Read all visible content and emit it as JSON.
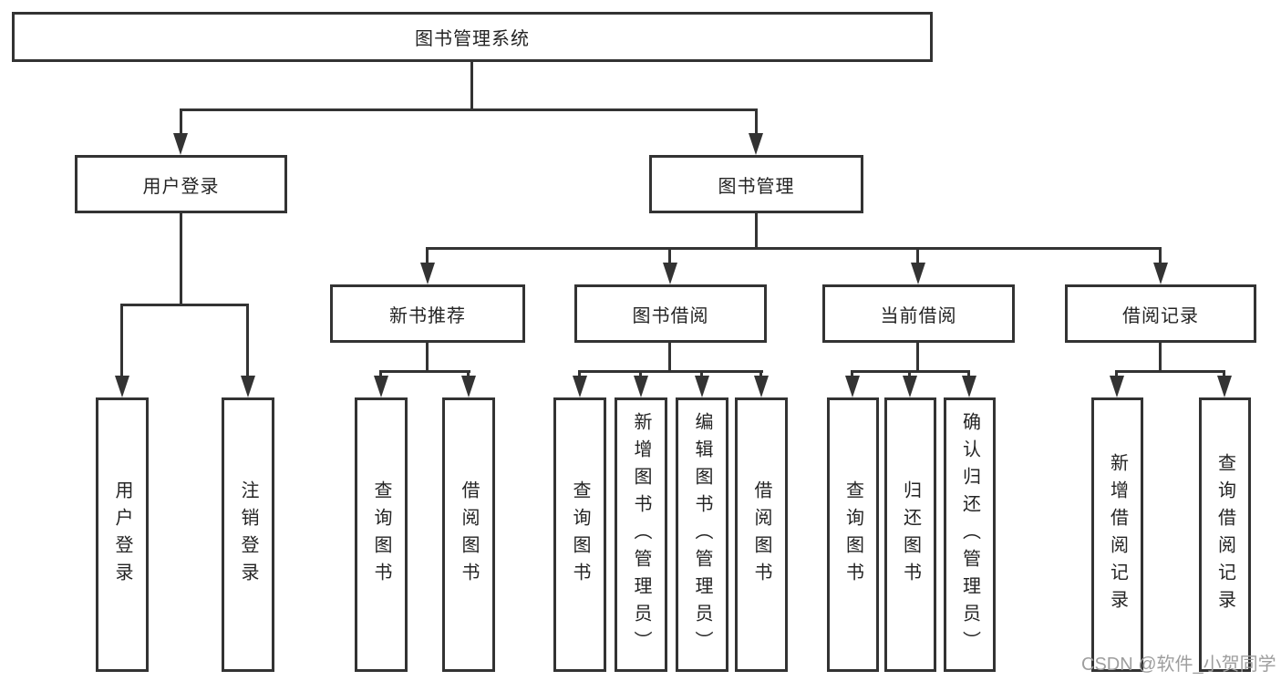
{
  "diagram": {
    "root": {
      "label": "图书管理系统"
    },
    "branches": [
      {
        "label": "用户登录",
        "children": [
          {
            "label": "用户登录"
          },
          {
            "label": "注销登录"
          }
        ]
      },
      {
        "label": "图书管理",
        "children": [
          {
            "label": "新书推荐",
            "children": [
              {
                "label": "查询图书"
              },
              {
                "label": "借阅图书"
              }
            ]
          },
          {
            "label": "图书借阅",
            "children": [
              {
                "label": "查询图书"
              },
              {
                "label": "新增图书（管理员）"
              },
              {
                "label": "编辑图书（管理员）"
              },
              {
                "label": "借阅图书"
              }
            ]
          },
          {
            "label": "当前借阅",
            "children": [
              {
                "label": "查询图书"
              },
              {
                "label": "归还图书"
              },
              {
                "label": "确认归还（管理员）"
              }
            ]
          },
          {
            "label": "借阅记录",
            "children": [
              {
                "label": "新增借阅记录"
              },
              {
                "label": "查询借阅记录"
              }
            ]
          }
        ]
      }
    ]
  },
  "watermark": "CSDN @软件_小贺同学",
  "colors": {
    "line": "#333333",
    "background": "#ffffff",
    "watermark": "#9e9e9e"
  }
}
